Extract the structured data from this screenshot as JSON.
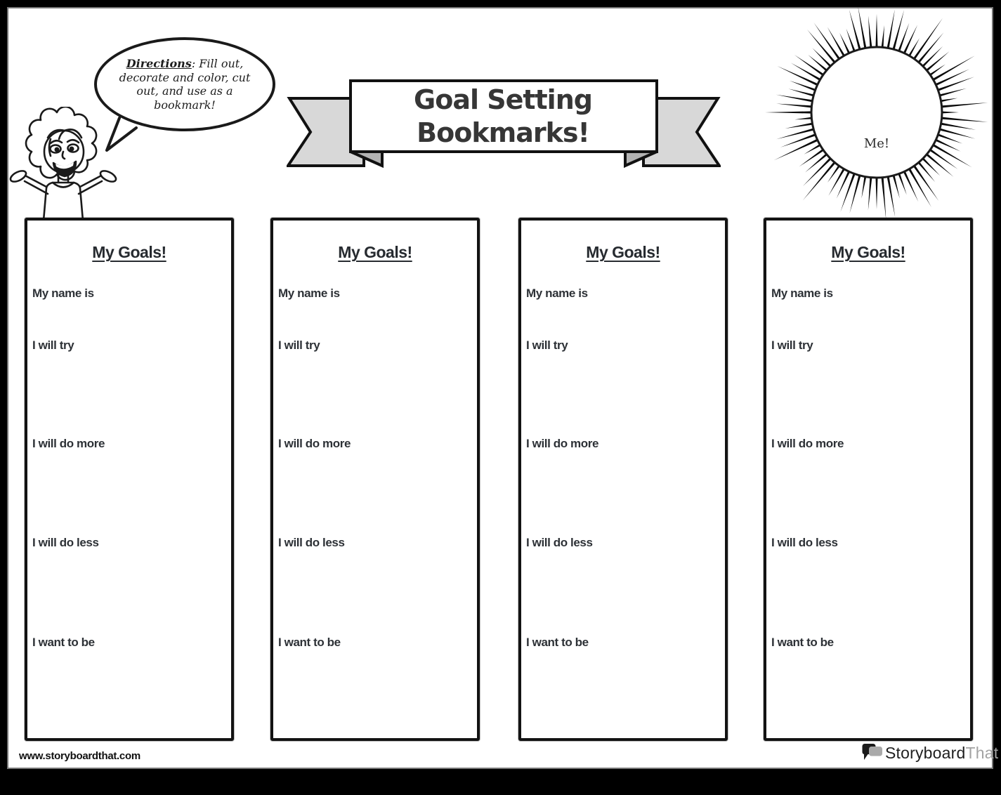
{
  "bubble": {
    "directions_label": "Directions",
    "line1_rest": ": Fill out,",
    "line2": "decorate and color, cut",
    "line3": "out, and use as a",
    "line4": "bookmark!"
  },
  "banner": {
    "title_line1": "Goal Setting",
    "title_line2": "Bookmarks!"
  },
  "sun": {
    "label": "Me!"
  },
  "columns": [
    {
      "header": "My Goals!",
      "fields": [
        "My name is",
        "I will try",
        "I will do more",
        "I will do less",
        "I want to be"
      ]
    },
    {
      "header": "My Goals!",
      "fields": [
        "My name is",
        "I will try",
        "I will do more",
        "I will do less",
        "I want to be"
      ]
    },
    {
      "header": "My Goals!",
      "fields": [
        "My name is",
        "I will try",
        "I will do more",
        "I will do less",
        "I want to be"
      ]
    },
    {
      "header": "My Goals!",
      "fields": [
        "My name is",
        "I will try",
        "I will do more",
        "I will do less",
        "I want to be"
      ]
    }
  ],
  "footer": {
    "url": "www.storyboardthat.com",
    "logo_storyboard": "Storyboard",
    "logo_that": "That"
  },
  "colors": {
    "ribbon_fill": "#d8d8d8",
    "ribbon_fold": "#b3b3b3",
    "ink": "#2d3136",
    "logo_gray": "#a3a3a3"
  }
}
